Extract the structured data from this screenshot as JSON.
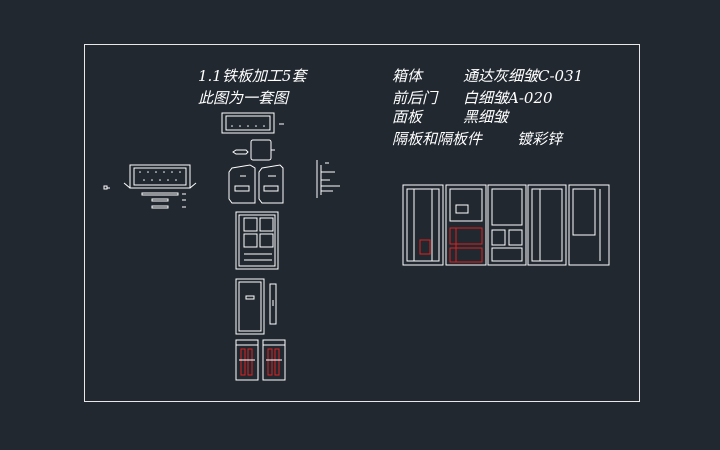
{
  "drawing": {
    "background": "#212830",
    "line_color": "#ffffff",
    "accent_red": "#e02020",
    "notes": {
      "title_line1": "1.1铁板加工5套",
      "title_line2": "此图为一套图",
      "box_label": "箱体",
      "box_value": "通达灰细皱C-031",
      "door_label": "前后门",
      "door_value": "白细皱A-020",
      "panel_label": "面板",
      "panel_value": "黑细皱",
      "partition_label": "隔板和隔板件",
      "partition_value": "镀彩锌"
    }
  }
}
